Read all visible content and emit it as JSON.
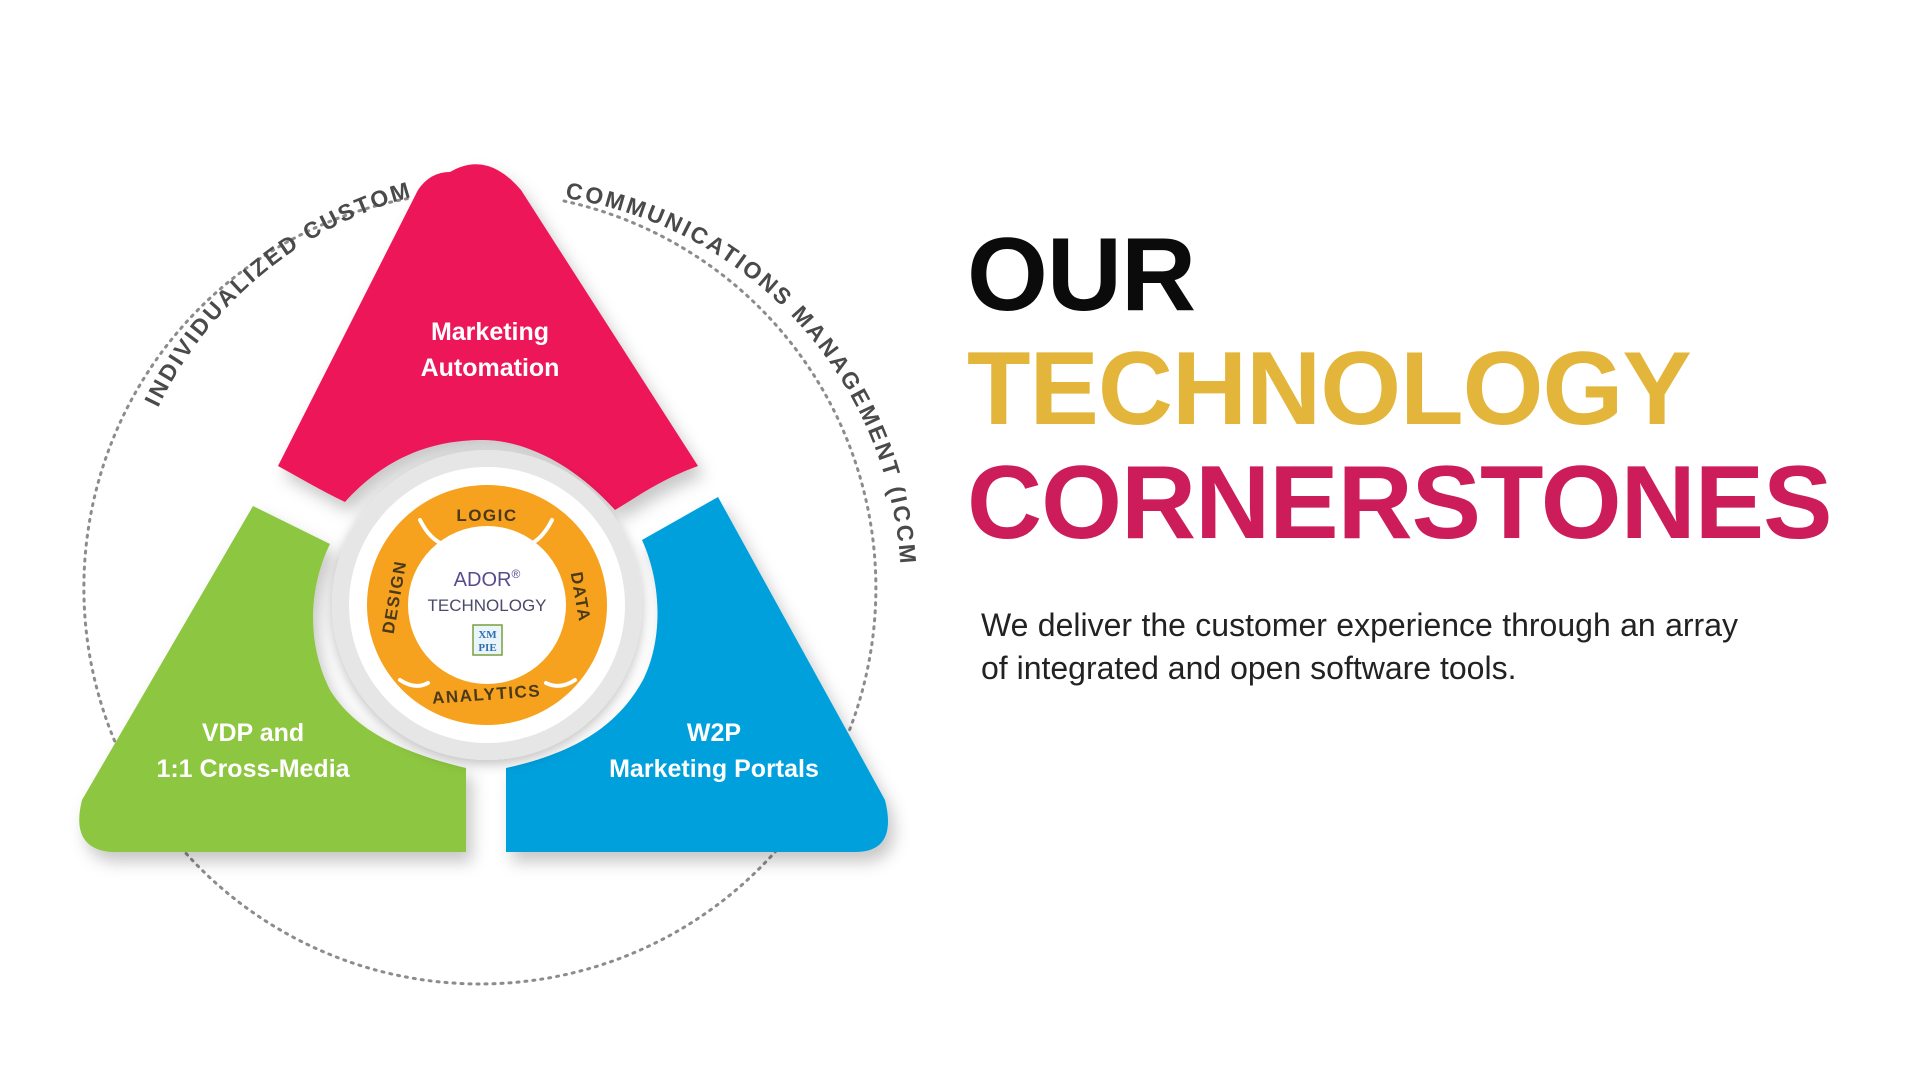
{
  "diagram": {
    "outer_ring_label_left": "INDIVIDUALIZED CUSTOMER",
    "outer_ring_label_right": "COMMUNICATIONS MANAGEMENT (ICCM)",
    "segments": {
      "top": {
        "line1": "Marketing",
        "line2": "Automation",
        "color": "#ed1459"
      },
      "left": {
        "line1": "VDP and",
        "line2": "1:1 Cross-Media",
        "color": "#8dc63f"
      },
      "right": {
        "line1": "W2P",
        "line2": "Marketing Portals",
        "color": "#00a0dd"
      }
    },
    "core": {
      "ring_color": "#f6a21e",
      "ring_labels": {
        "top": "LOGIC",
        "left": "DESIGN",
        "right": "DATA",
        "bottom": "ANALYTICS"
      },
      "title_line1": "ADOR",
      "title_mark": "®",
      "title_line2": "TECHNOLOGY",
      "logo_line1": "XM",
      "logo_line2": "PIE"
    }
  },
  "headline": {
    "line1": "OUR",
    "line2": "TECHNOLOGY",
    "line3": "CORNERSTONES"
  },
  "description": "We deliver the customer experience through an array of integrated and open software tools."
}
